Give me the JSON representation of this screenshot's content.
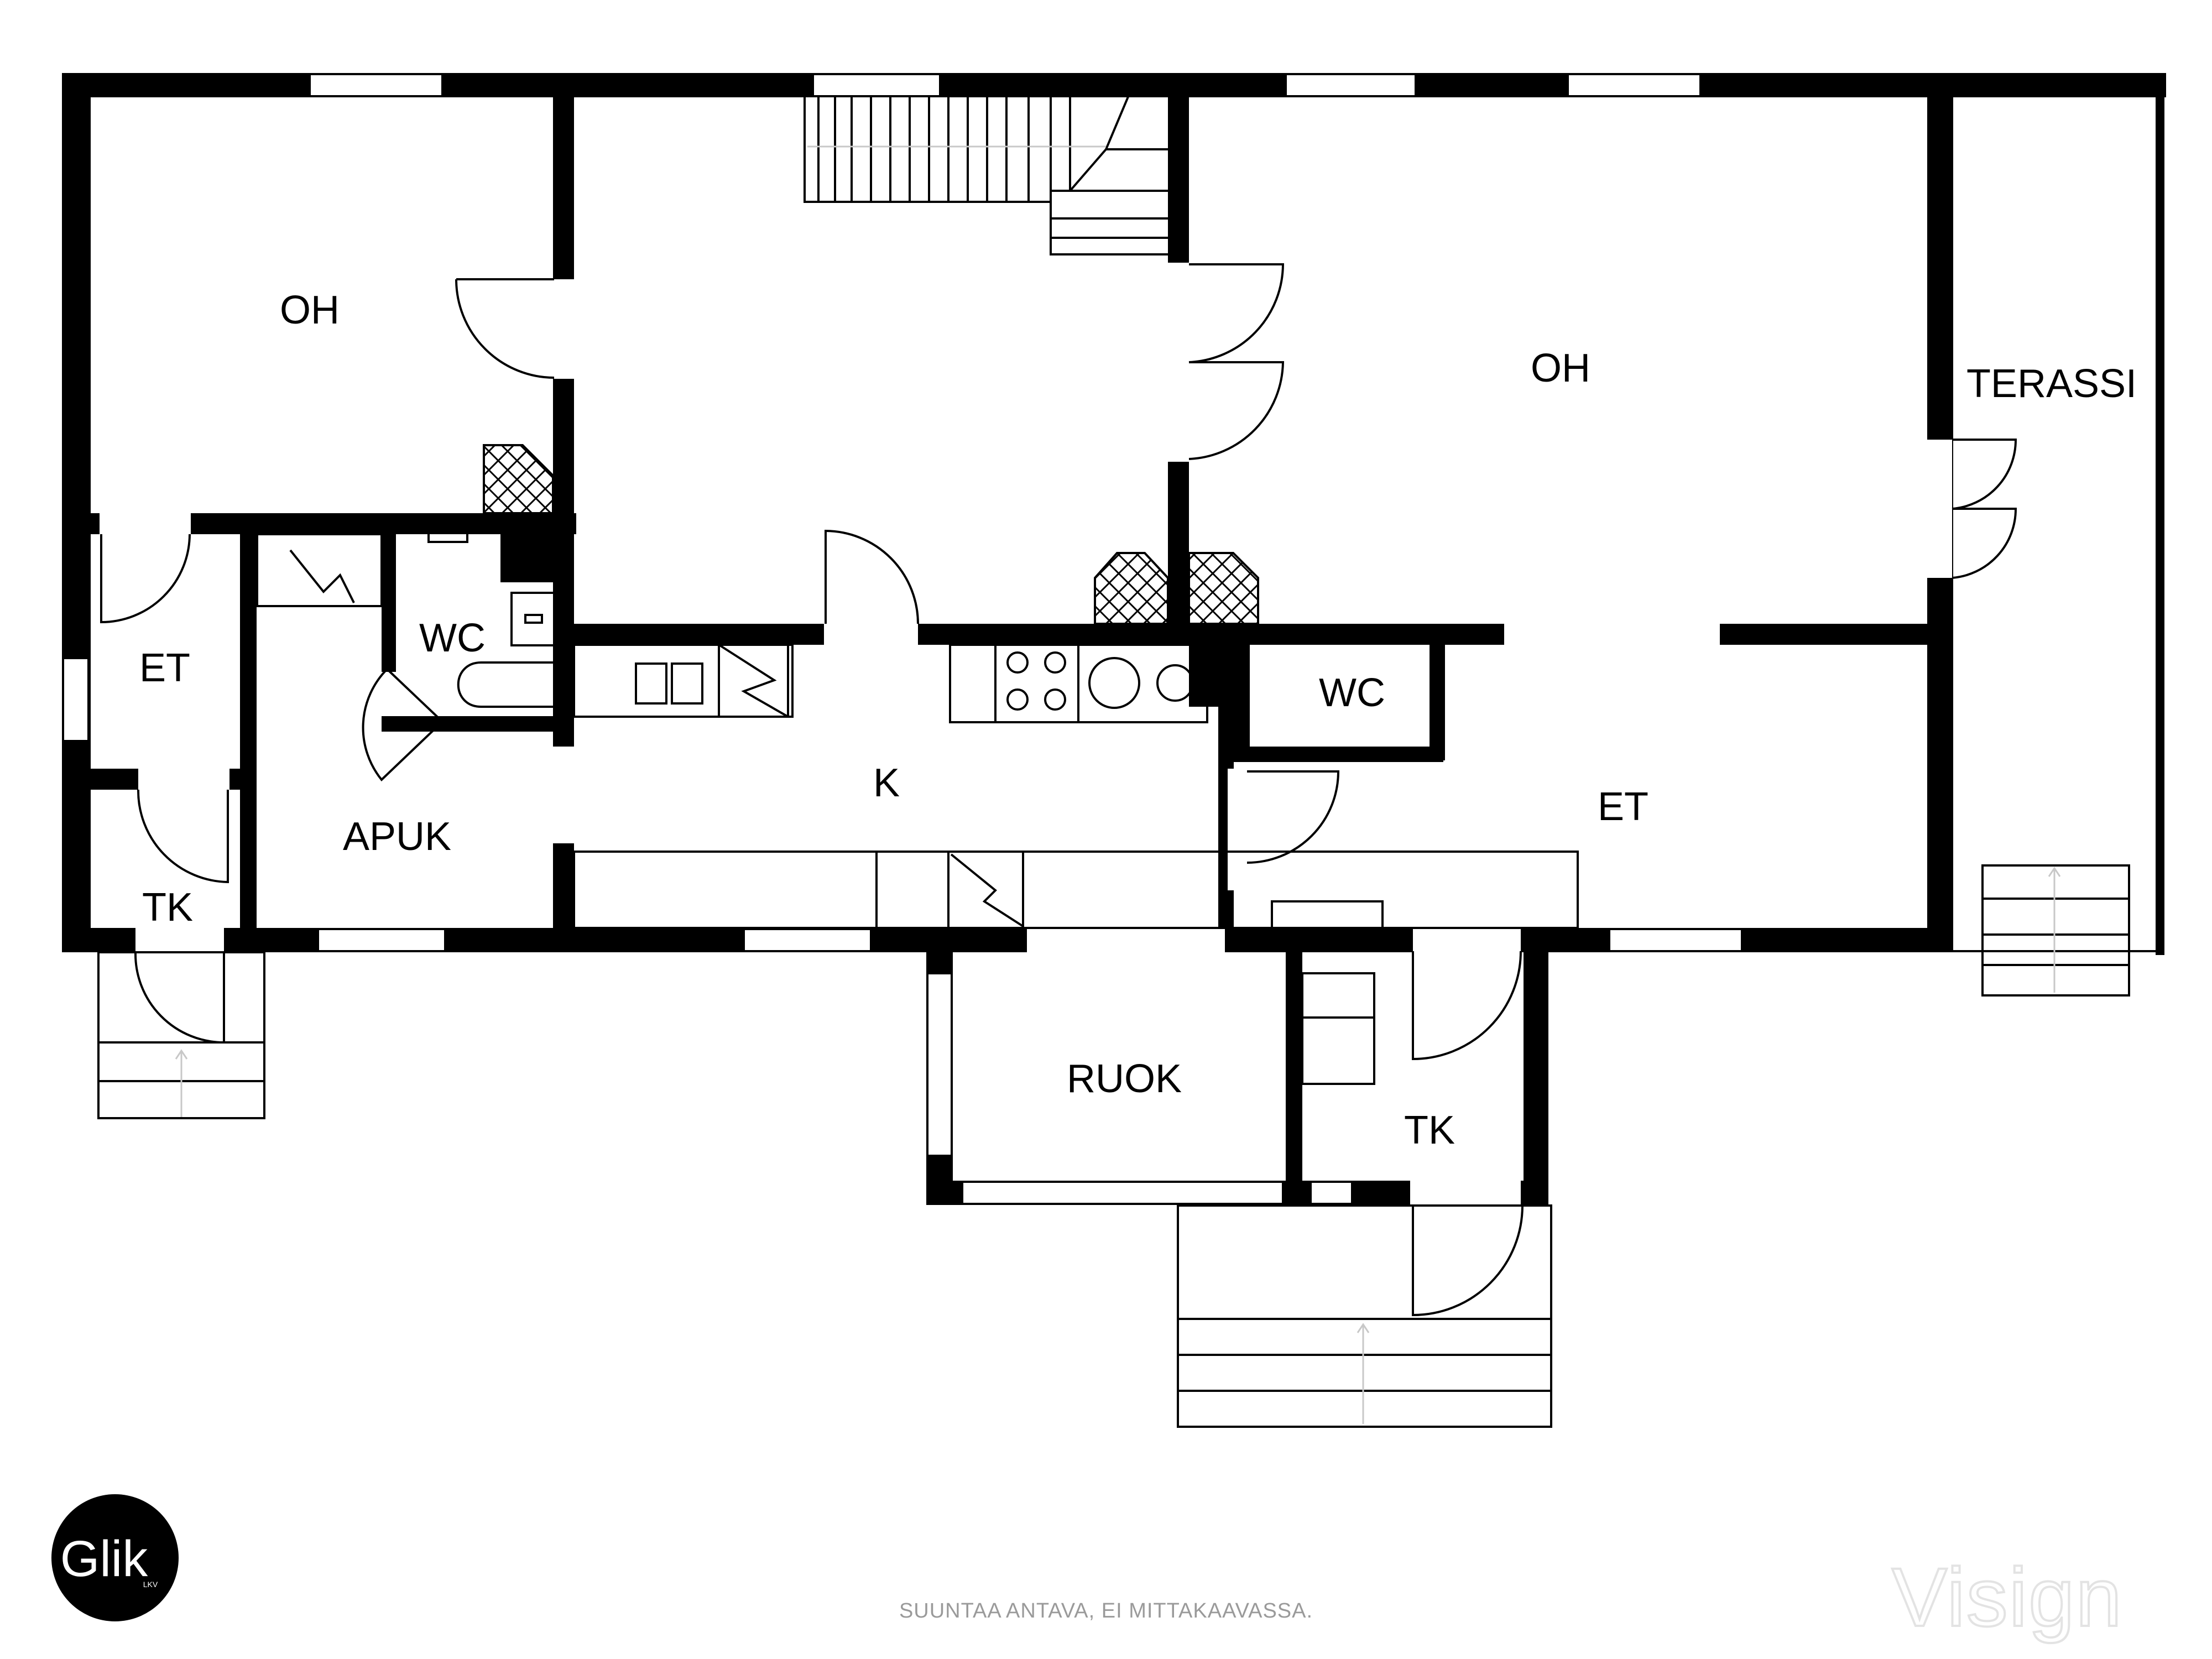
{
  "rooms": {
    "oh_left": "OH",
    "oh_right": "OH",
    "terrace": "TERASSI",
    "et_left": "ET",
    "wc_left": "WC",
    "apuk": "APUK",
    "tk_left": "TK",
    "kitchen": "K",
    "wc_right": "WC",
    "et_right": "ET",
    "ruok": "RUOK",
    "tk_bottom": "TK"
  },
  "logo": {
    "text": "Glik",
    "sub": "LKV"
  },
  "brand": "Visign",
  "disclaimer": "SUUNTAA ANTAVA, EI MITTAKAAVASSA.",
  "colors": {
    "wall": "#000000",
    "disclaimer": "#9a9a9a",
    "logo_bg": "#000000"
  }
}
